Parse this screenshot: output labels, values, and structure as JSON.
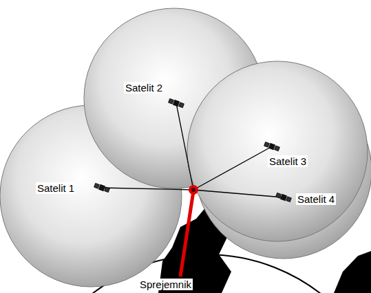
{
  "diagram": {
    "labels": [
      "Satelit 1",
      "Satelit 2",
      "Satelit 3",
      "Satelit 4",
      "Sprejemnik"
    ]
  }
}
